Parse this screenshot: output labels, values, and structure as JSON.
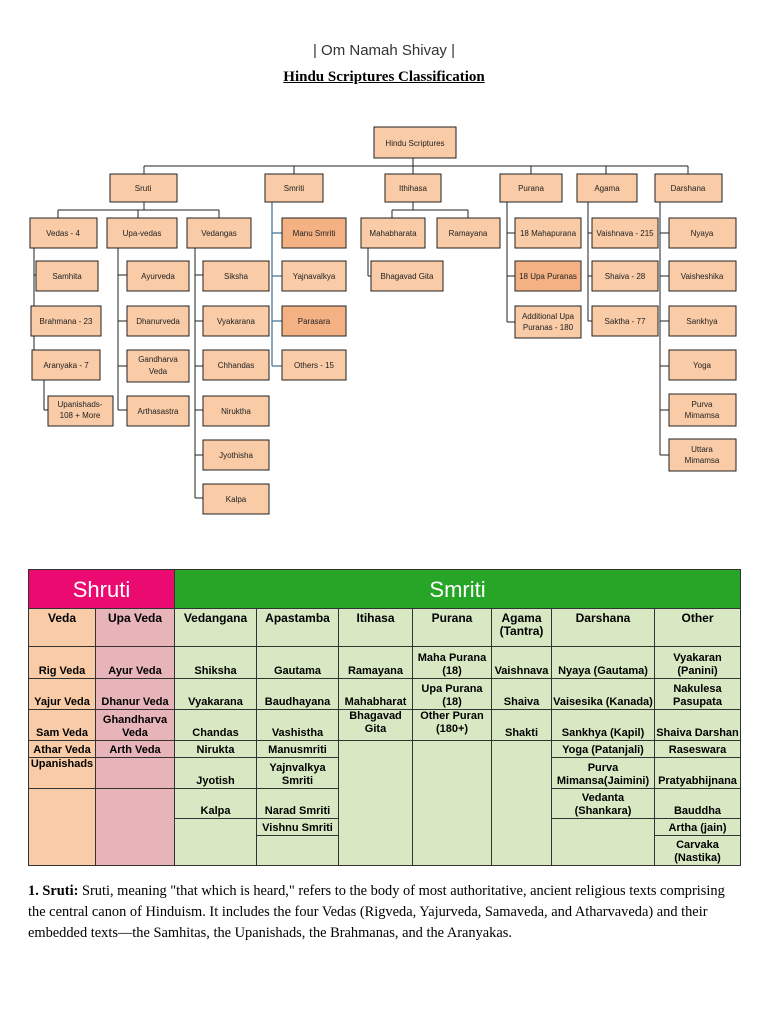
{
  "header": "| Om Namah Shivay |",
  "title": "Hindu Scriptures Classification",
  "tree": {
    "root": "Hindu Scriptures",
    "categories": [
      "Sruti",
      "Smriti",
      "Ithihasa",
      "Purana",
      "Agama",
      "Darshana"
    ],
    "sruti_groups": [
      "Vedas - 4",
      "Upa-vedas",
      "Vedangas"
    ],
    "vedas_children": [
      "Samhita",
      "Brahmana - 23",
      "Aranyaka - 7",
      "Upanishads - 108 + More"
    ],
    "upavedas_children": [
      "Ayurveda",
      "Dhanurveda",
      "Gandharva Veda",
      "Arthasastra"
    ],
    "vedangas_children": [
      "Siksha",
      "Vyakarana",
      "Chhandas",
      "Niruktha",
      "Jyothisha",
      "Kalpa"
    ],
    "smriti_children": [
      "Manu Smriti",
      "Yajnavalkya",
      "Parasara",
      "Others - 15"
    ],
    "ithihasa_children": [
      "Mahabharata",
      "Ramayana",
      "Bhagavad Gita"
    ],
    "purana_children": [
      "18 Mahapurana",
      "18 Upa Puranas",
      "Additional Upa Puranas - 180"
    ],
    "agama_children": [
      "Vaishnava - 215",
      "Shaiva - 28",
      "Saktha - 77"
    ],
    "darshana_children": [
      "Nyaya",
      "Vaisheshika",
      "Sankhya",
      "Yoga",
      "Purva Mimamsa",
      "Uttara Mimamsa"
    ]
  },
  "table": {
    "shruti": "Shruti",
    "smriti": "Smriti",
    "columns": [
      "Veda",
      "Upa Veda",
      "Vedangana",
      "Apastamba",
      "Itihasa",
      "Purana",
      "Agama (Tantra)",
      "Darshana",
      "Other"
    ],
    "rows": [
      [
        "Rig Veda",
        "Ayur Veda",
        "Shiksha",
        "Gautama",
        "Ramayana",
        "Maha Purana (18)",
        "Vaishnava",
        "Nyaya (Gautama)",
        "Vyakaran (Panini)"
      ],
      [
        "Yajur Veda",
        "Dhanur Veda",
        "Vyakarana",
        "Baudhayana",
        "Mahabharat",
        "Upa Purana (18)",
        "Shaiva",
        "Vaisesika (Kanada)",
        "Nakulesa Pasupata"
      ],
      [
        "Sam Veda",
        "Ghandharva Veda",
        "Chandas",
        "Vashistha",
        "Bhagavad Gita",
        "Other Puran (180+)",
        "Shakti",
        "Sankhya (Kapil)",
        "Shaiva Darshan"
      ],
      [
        "Athar Veda",
        "Arth Veda",
        "Nirukta",
        "Manusmriti",
        "",
        "",
        "",
        "Yoga (Patanjali)",
        "Raseswara"
      ],
      [
        "Upanishads",
        "",
        "Jyotish",
        "Yajnvalkya Smriti",
        "",
        "",
        "",
        "Purva Mimansa(Jaimini)",
        "Pratyabhijnana"
      ],
      [
        "",
        "",
        "Kalpa",
        "Narad Smriti",
        "",
        "",
        "",
        "Vedanta (Shankara)",
        "Bauddha"
      ],
      [
        "",
        "",
        "",
        "Vishnu Smriti",
        "",
        "",
        "",
        "",
        "Artha (jain)"
      ],
      [
        "",
        "",
        "",
        "",
        "",
        "",
        "",
        "",
        "Carvaka (Nastika)"
      ]
    ]
  },
  "paragraph": {
    "label": "1. Sruti:",
    "text": " Sruti, meaning \"that which is heard,\" refers to the body of most authoritative, ancient religious texts comprising the central canon of Hinduism. It includes the four Vedas (Rigveda, Yajurveda, Samaveda, and Atharvaveda) and their embedded texts—the Samhitas, the Upanishads, the Brahmanas, and the Aranyakas."
  },
  "colors": {
    "box_fill": "#f9cba6",
    "shruti": "#ea0a70",
    "smriti": "#27a527",
    "green_cell": "#d7e8c2",
    "pink_cell": "#e7b4b9"
  }
}
